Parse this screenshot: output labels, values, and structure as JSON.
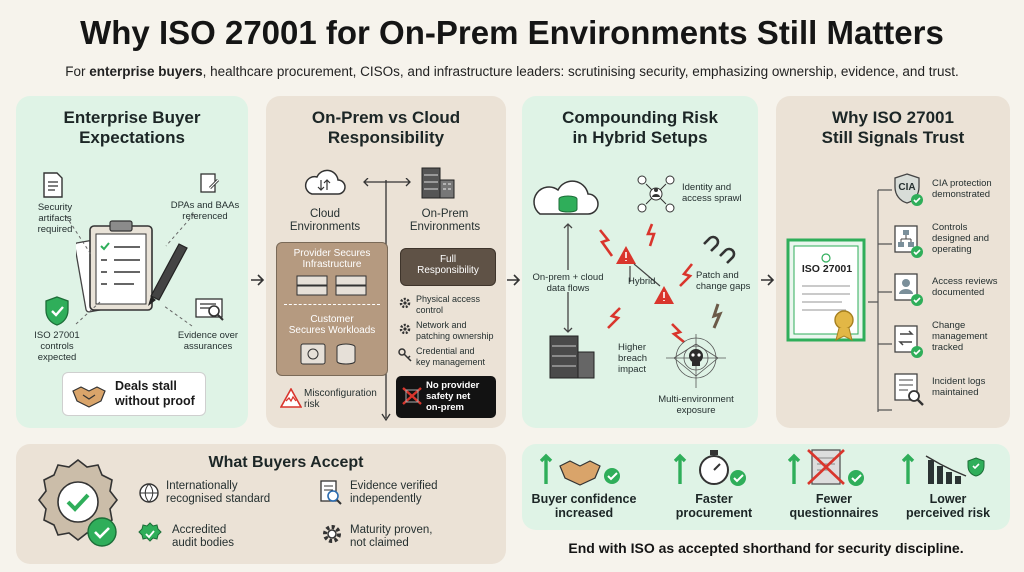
{
  "header": {
    "title": "Why ISO 27001 for On-Prem Environments Still Matters",
    "subtitle_bold": "enterprise buyers",
    "subtitle_pre": "For ",
    "subtitle_post": ", healthcare procurement, CISOs, and infrastructure leaders: scrutinising security, emphasizing ownership, evidence, and trust."
  },
  "panel1": {
    "title_l1": "Enterprise Buyer",
    "title_l2": "Expectations",
    "security_artifacts": [
      "Security",
      "artifacts",
      "required"
    ],
    "dpas": [
      "DPAs and BAAs",
      "referenced"
    ],
    "iso_controls": [
      "ISO 27001",
      "controls",
      "expected"
    ],
    "evidence": [
      "Evidence over",
      "assurances"
    ],
    "deals": [
      "Deals stall",
      "without proof"
    ]
  },
  "panel2": {
    "title_l1": "On-Prem vs Cloud",
    "title_l2": "Responsibility",
    "cloud": [
      "Cloud",
      "Environments"
    ],
    "onprem": [
      "On-Prem",
      "Environments"
    ],
    "provider_secures": [
      "Provider Secures",
      "Infrastructure"
    ],
    "customer_secures": [
      "Customer",
      "Secures Workloads"
    ],
    "full": [
      "Full",
      "Responsibility"
    ],
    "physical": [
      "Physical access",
      "control"
    ],
    "network": [
      "Network and",
      "patching ownership"
    ],
    "credential": [
      "Credential and",
      "key management"
    ],
    "misconfig": [
      "Misconfiguration",
      "risk"
    ],
    "no_net": [
      "No provider",
      "safety net",
      "on-prem"
    ]
  },
  "panel3": {
    "title_l1": "Compounding Risk",
    "title_l2": "in Hybrid Setups",
    "identity": [
      "Identity and",
      "access sprawl"
    ],
    "flows": [
      "On-prem + cloud",
      "data flows"
    ],
    "hybrid": "Hybrid",
    "patch": [
      "Patch and",
      "change gaps"
    ],
    "breach": [
      "Higher",
      "breach",
      "impact"
    ],
    "multi": [
      "Multi-environment",
      "exposure"
    ]
  },
  "panel4": {
    "title_l1": "Why ISO 27001",
    "title_l2": "Still Signals Trust",
    "cert_label": "ISO 27001",
    "cia_badge": "CIA",
    "items": [
      [
        "CIA protection",
        "demonstrated"
      ],
      [
        "Controls",
        "designed and",
        "operating"
      ],
      [
        "Access reviews",
        "documented"
      ],
      [
        "Change",
        "management",
        "tracked"
      ],
      [
        "Incident logs",
        "maintained"
      ]
    ]
  },
  "panel5": {
    "title": "What Buyers Accept",
    "items": [
      [
        "Internationally",
        "recognised standard"
      ],
      [
        "Evidence verified",
        "independently"
      ],
      [
        "Accredited",
        "audit bodies"
      ],
      [
        "Maturity proven,",
        "not claimed"
      ]
    ]
  },
  "panel6": {
    "benefits": [
      [
        "Buyer confidence",
        "increased"
      ],
      [
        "Faster",
        "procurement"
      ],
      [
        "Fewer",
        "questionnaires"
      ],
      [
        "Lower",
        "perceived risk"
      ]
    ],
    "footer": "End with ISO as accepted shorthand for security discipline."
  },
  "colors": {
    "green_panel": "#dff3e6",
    "tan_panel": "#ebe2d6",
    "accent_green": "#2fae5a",
    "danger_red": "#d9352c",
    "dark": "#2b3333"
  }
}
